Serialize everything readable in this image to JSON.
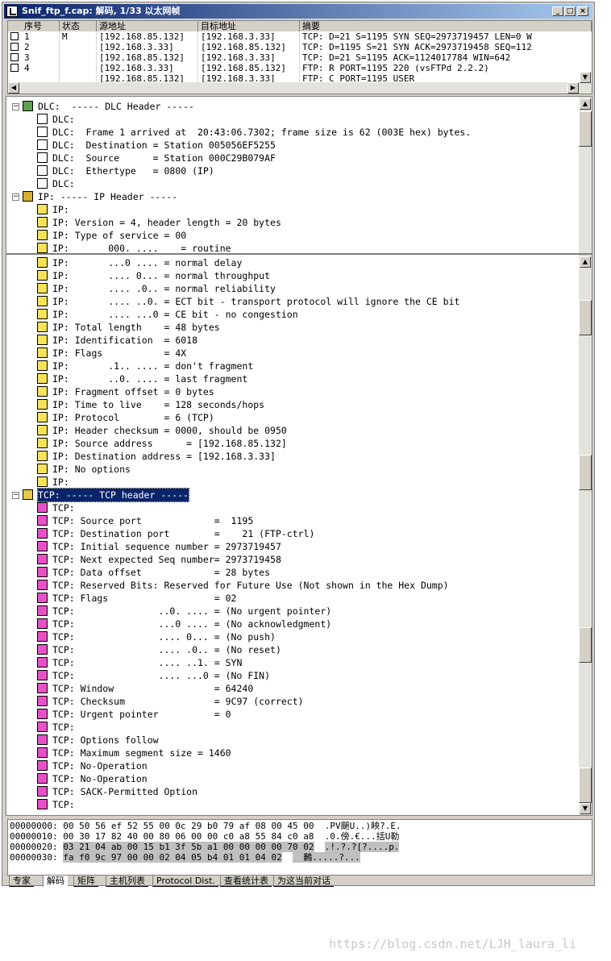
{
  "window": {
    "title": "Snif_ftp_f.cap: 解码, 1/33 以太网帧",
    "min_label": "_",
    "max_label": "□",
    "close_label": "×"
  },
  "packet_list": {
    "columns": [
      "序号",
      "状态",
      "源地址",
      "目标地址",
      "摘要"
    ],
    "rows": [
      {
        "no": "1",
        "status": "M",
        "src": "[192.168.85.132]",
        "dst": "[192.168.3.33]",
        "summary": "TCP: D=21 S=1195 SYN SEQ=2973719457 LEN=0 W"
      },
      {
        "no": "2",
        "status": "",
        "src": "[192.168.3.33]",
        "dst": "[192.168.85.132]",
        "summary": "TCP: D=1195 S=21 SYN ACK=2973719458 SEQ=112"
      },
      {
        "no": "3",
        "status": "",
        "src": "[192.168.85.132]",
        "dst": "[192.168.3.33]",
        "summary": "TCP: D=21 S=1195     ACK=1124017784 WIN=642"
      },
      {
        "no": "4",
        "status": "",
        "src": "[192.168.3.33]",
        "dst": "[192.168.85.132]",
        "summary": "FTP: R PORT=1195   220 (vsFTPd 2.2.2)"
      },
      {
        "no": "",
        "status": "",
        "src": "[192.168.85.132]",
        "dst": "[192.168.3.33]",
        "summary": "FTP: C PORT=1195   USER"
      }
    ]
  },
  "decode_top": [
    {
      "kind": "dlc-header",
      "text": "DLC:  ----- DLC Header -----"
    },
    {
      "kind": "doc",
      "text": "DLC:"
    },
    {
      "kind": "doc",
      "text": "DLC:  Frame 1 arrived at  20:43:06.7302; frame size is 62 (003E hex) bytes."
    },
    {
      "kind": "doc",
      "text": "DLC:  Destination = Station 005056EF5255"
    },
    {
      "kind": "doc",
      "text": "DLC:  Source      = Station 000C29B079AF"
    },
    {
      "kind": "doc",
      "text": "DLC:  Ethertype   = 0800 (IP)"
    },
    {
      "kind": "doc",
      "text": "DLC:"
    },
    {
      "kind": "ip-header",
      "text": "IP: ----- IP Header -----"
    },
    {
      "kind": "yel",
      "text": "IP:"
    },
    {
      "kind": "yel",
      "text": "IP: Version = 4, header length = 20 bytes"
    },
    {
      "kind": "yel",
      "text": "IP: Type of service = 00"
    },
    {
      "kind": "yel",
      "text": "IP:       000. ....    = routine"
    }
  ],
  "decode_bottom": [
    {
      "kind": "yel",
      "text": "IP:       ...0 .... = normal delay"
    },
    {
      "kind": "yel",
      "text": "IP:       .... 0... = normal throughput"
    },
    {
      "kind": "yel",
      "text": "IP:       .... .0.. = normal reliability"
    },
    {
      "kind": "yel",
      "text": "IP:       .... ..0. = ECT bit - transport protocol will ignore the CE bit"
    },
    {
      "kind": "yel",
      "text": "IP:       .... ...0 = CE bit - no congestion"
    },
    {
      "kind": "yel",
      "text": "IP: Total length    = 48 bytes"
    },
    {
      "kind": "yel",
      "text": "IP: Identification  = 6018"
    },
    {
      "kind": "yel",
      "text": "IP: Flags           = 4X"
    },
    {
      "kind": "yel",
      "text": "IP:       .1.. .... = don't fragment"
    },
    {
      "kind": "yel",
      "text": "IP:       ..0. .... = last fragment"
    },
    {
      "kind": "yel",
      "text": "IP: Fragment offset = 0 bytes"
    },
    {
      "kind": "yel",
      "text": "IP: Time to live    = 128 seconds/hops"
    },
    {
      "kind": "yel",
      "text": "IP: Protocol        = 6 (TCP)"
    },
    {
      "kind": "yel",
      "text": "IP: Header checksum = 0000, should be 0950"
    },
    {
      "kind": "yel",
      "text": "IP: Source address      = [192.168.85.132]"
    },
    {
      "kind": "yel",
      "text": "IP: Destination address = [192.168.3.33]"
    },
    {
      "kind": "yel",
      "text": "IP: No options"
    },
    {
      "kind": "yel",
      "text": "IP:"
    },
    {
      "kind": "tcp-header",
      "text": "TCP: ----- TCP header -----"
    },
    {
      "kind": "mag",
      "text": "TCP:"
    },
    {
      "kind": "mag",
      "text": "TCP: Source port             =  1195"
    },
    {
      "kind": "mag",
      "text": "TCP: Destination port        =    21 (FTP-ctrl)"
    },
    {
      "kind": "mag",
      "text": "TCP: Initial sequence number = 2973719457"
    },
    {
      "kind": "mag",
      "text": "TCP: Next expected Seq number= 2973719458"
    },
    {
      "kind": "mag",
      "text": "TCP: Data offset             = 28 bytes"
    },
    {
      "kind": "mag",
      "text": "TCP: Reserved Bits: Reserved for Future Use (Not shown in the Hex Dump)"
    },
    {
      "kind": "mag",
      "text": "TCP: Flags                   = 02"
    },
    {
      "kind": "mag",
      "text": "TCP:               ..0. .... = (No urgent pointer)"
    },
    {
      "kind": "mag",
      "text": "TCP:               ...0 .... = (No acknowledgment)"
    },
    {
      "kind": "mag",
      "text": "TCP:               .... 0... = (No push)"
    },
    {
      "kind": "mag",
      "text": "TCP:               .... .0.. = (No reset)"
    },
    {
      "kind": "mag",
      "text": "TCP:               .... ..1. = SYN"
    },
    {
      "kind": "mag",
      "text": "TCP:               .... ...0 = (No FIN)"
    },
    {
      "kind": "mag",
      "text": "TCP: Window                  = 64240"
    },
    {
      "kind": "mag",
      "text": "TCP: Checksum                = 9C97 (correct)"
    },
    {
      "kind": "mag",
      "text": "TCP: Urgent pointer          = 0"
    },
    {
      "kind": "mag",
      "text": "TCP:"
    },
    {
      "kind": "mag",
      "text": "TCP: Options follow"
    },
    {
      "kind": "mag",
      "text": "TCP: Maximum segment size = 1460"
    },
    {
      "kind": "mag",
      "text": "TCP: No-Operation"
    },
    {
      "kind": "mag",
      "text": "TCP: No-Operation"
    },
    {
      "kind": "mag",
      "text": "TCP: SACK-Permitted Option"
    },
    {
      "kind": "mag",
      "text": "TCP:"
    }
  ],
  "hex_dump": [
    {
      "offset": "00000000:",
      "bytes": "00 50 56 ef 52 55 00 0c 29 b0 79 af 08 00 45 00",
      "ascii": ".PV颶U..)眏?.E."
    },
    {
      "offset": "00000010:",
      "bytes": "00 30 17 82 40 00 80 06 00 00 c0 a8 55 84 c0 a8",
      "ascii": ".0.傍.€...括U勒"
    },
    {
      "offset": "00000020:",
      "bytes": "03 21 04 ab 00 15 b1 3f 5b a1 00 00 00 00 70 02",
      "ascii": ".!.?.?[?....p."
    },
    {
      "offset": "00000030:",
      "bytes": "fa f0 9c 97 00 00 02 04 05 b4 01 01 04 02",
      "ascii": "  鶼.....?..."
    }
  ],
  "tabs": [
    "专家",
    "解码",
    "矩阵",
    "主机列表",
    "Protocol Dist.",
    "查看统计表",
    "为这当前对话"
  ],
  "watermark": "https://blog.csdn.net/LJH_laura_li"
}
